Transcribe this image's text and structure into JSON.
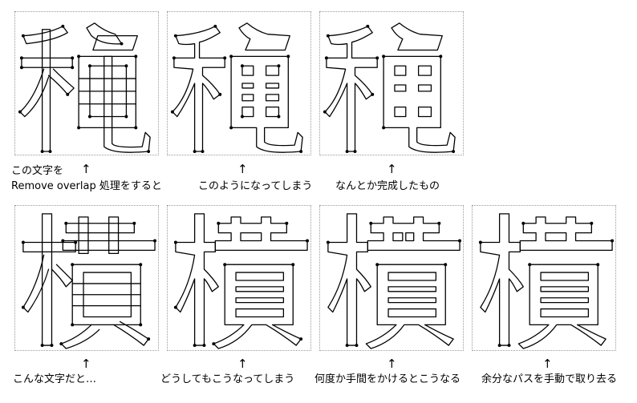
{
  "row1": {
    "caption_line1": "この文字を",
    "caption_line2_a": "Remove overlap 処理をすると",
    "caption_line2_b": "このようになってしまう",
    "caption_line2_c": "なんとか完成したもの",
    "arrow": "↑"
  },
  "row2": {
    "captions": [
      "こんな文字だと…",
      "どうしてもこうなってしまう",
      "何度か手間をかけるとこうなる",
      "余分なパスを手動で取り去る"
    ],
    "arrow": "↑"
  },
  "icons": {
    "glyph_1": "kanji-outline-icon",
    "glyph_2": "kanji-outline-icon"
  }
}
